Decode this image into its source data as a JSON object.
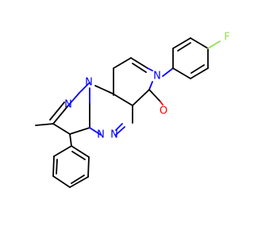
{
  "labels": {
    "n1": "N",
    "n2": "N",
    "n3": "N",
    "n4": "N",
    "n5": "N",
    "o": "O",
    "f": "F"
  },
  "colors": {
    "carbon": "#000000",
    "nitrogen": "#0000ff",
    "oxygen": "#ff0000",
    "fluorine": "#90e050",
    "background": "#ffffff"
  }
}
